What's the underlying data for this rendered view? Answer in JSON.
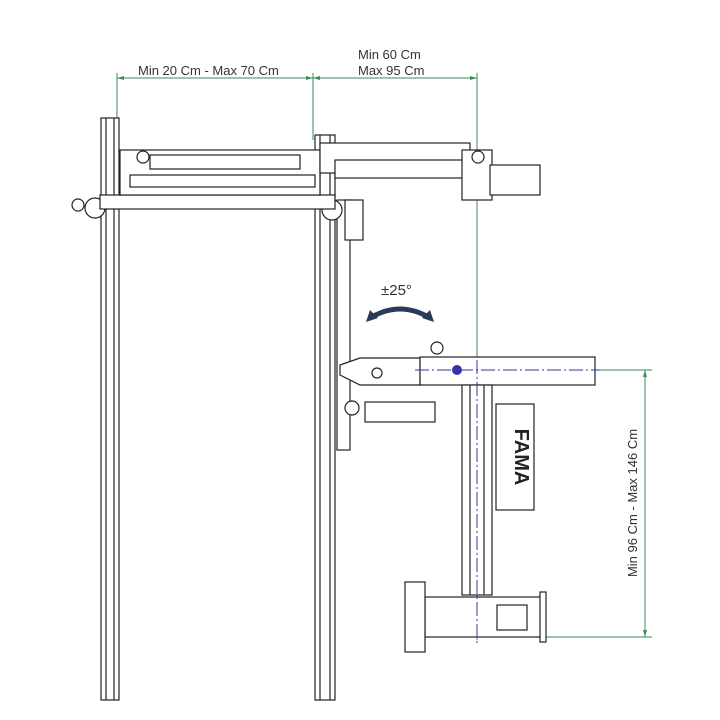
{
  "dimensions": {
    "width_between_posts": "Min 20 Cm - Max 70 Cm",
    "arm_reach_min": "Min 60 Cm",
    "arm_reach_max": "Max 95 Cm",
    "height_range": "Min 96 Cm - Max 146 Cm",
    "rotation": "±25°"
  },
  "brand_logo": "FAMA",
  "colors": {
    "dimension": "#3f8a5a",
    "centerline": "#3333aa",
    "drawing": "#222222"
  }
}
